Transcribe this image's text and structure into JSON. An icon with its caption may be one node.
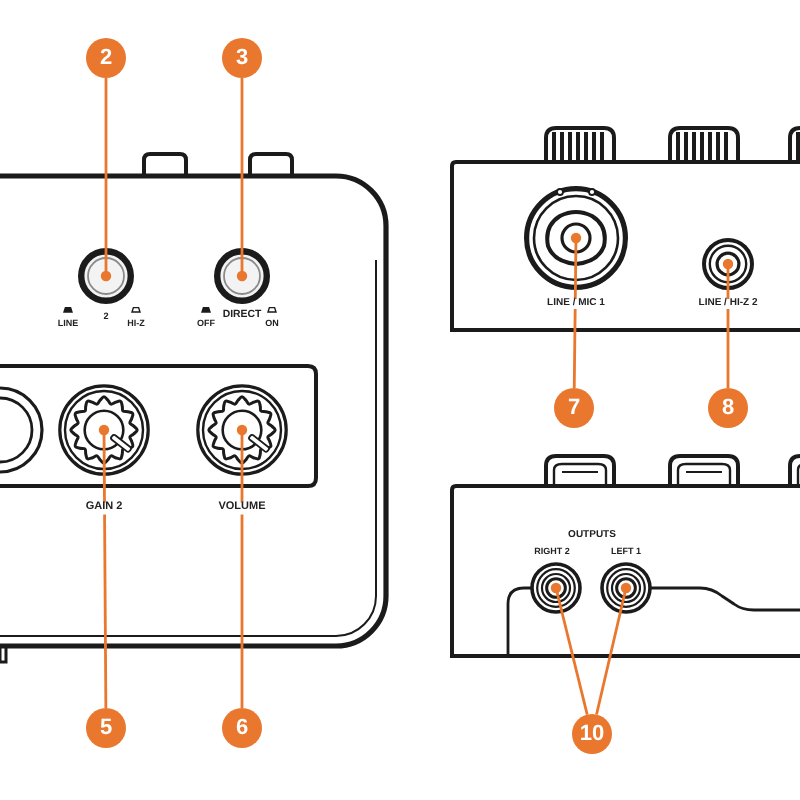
{
  "diagram": {
    "nodes": [
      {
        "text": [
          "2"
        ]
      },
      {
        "text": [
          "3"
        ]
      },
      {
        "text": [],
        "shape": "circle",
        "beside": [
          "LINE",
          "2",
          "HI-Z"
        ]
      },
      {
        "text": [],
        "shape": "circle",
        "beside": [
          "OFF",
          "DIRECT",
          "ON"
        ]
      },
      {
        "text": [],
        "shape": "circle",
        "beside": [
          "GAIN 2"
        ]
      },
      {
        "text": [],
        "shape": "circle",
        "beside": [
          "VOLUME"
        ]
      },
      {
        "text": [
          "5"
        ]
      },
      {
        "text": [
          "6"
        ]
      },
      {
        "text": [],
        "shape": "circle",
        "beside": [
          "LINE / MIC 1"
        ]
      },
      {
        "text": [],
        "shape": "circle",
        "beside": [
          "LINE / HI-Z 2"
        ]
      },
      {
        "text": [
          "7"
        ]
      },
      {
        "text": [
          "8"
        ]
      },
      {
        "text": [],
        "shape": "circle",
        "beside": [
          "RIGHT 2"
        ]
      },
      {
        "text": [],
        "shape": "circle",
        "beside": [
          "LEFT 1"
        ]
      },
      {
        "text": [
          "10"
        ]
      }
    ],
    "edges": [
      {
        "from": 0,
        "to": 2,
        "arrow": "other"
      },
      {
        "from": 1,
        "to": 3,
        "arrow": "other"
      },
      {
        "from": 6,
        "to": 4,
        "arrow": "other"
      },
      {
        "from": 7,
        "to": 5,
        "arrow": "other"
      },
      {
        "from": 10,
        "to": 8,
        "arrow": "other"
      },
      {
        "from": 11,
        "to": 9,
        "arrow": "other"
      },
      {
        "from": 14,
        "to": 12,
        "arrow": "other"
      },
      {
        "from": 14,
        "to": 13,
        "arrow": "other"
      }
    ],
    "labels": [
      "OUTPUTS"
    ]
  }
}
